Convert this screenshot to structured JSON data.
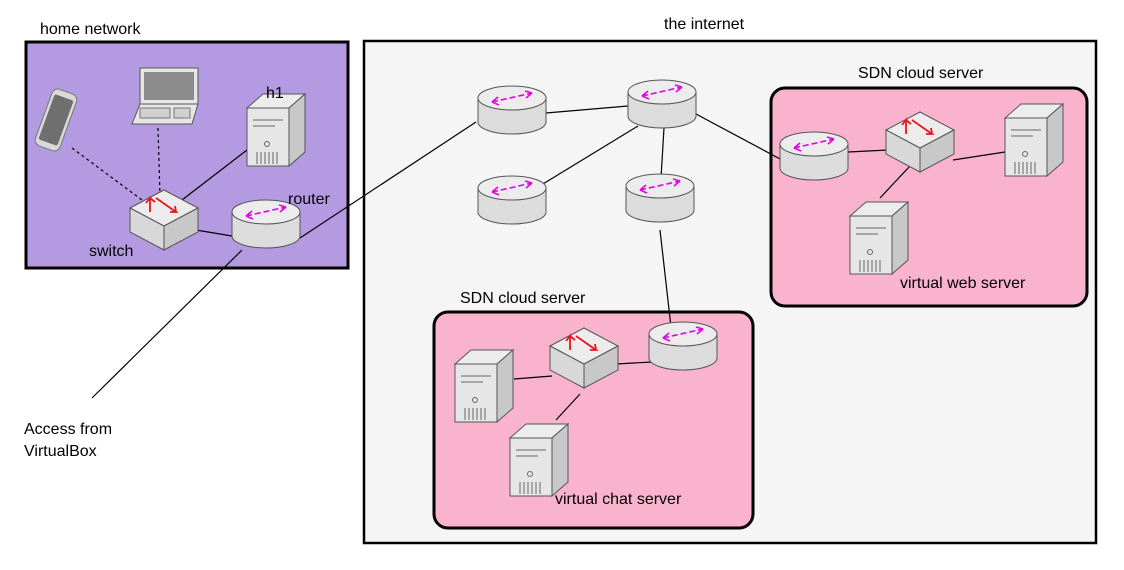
{
  "labels": {
    "home_network": "home network",
    "internet": "the internet",
    "h1": "h1",
    "router": "router",
    "switch": "switch",
    "access_line1": "Access from",
    "access_line2": "VirtualBox",
    "sdn_cloud_web": "SDN cloud server",
    "sdn_cloud_chat": "SDN cloud server",
    "virtual_web_server": "virtual web server",
    "virtual_chat_server": "virtual chat server"
  },
  "colors": {
    "home_network_fill": "#b49ae0",
    "internet_fill": "#f5f5f5",
    "sdn_cloud_fill": "#f9b3cd",
    "router_arrows": "#e600e6",
    "switch_arrows": "#e8141e",
    "device_fill": "#e6e6e6",
    "outline": "#000000"
  },
  "icons": [
    "router-icon",
    "switch-icon",
    "server-icon",
    "laptop-icon",
    "phone-icon"
  ]
}
